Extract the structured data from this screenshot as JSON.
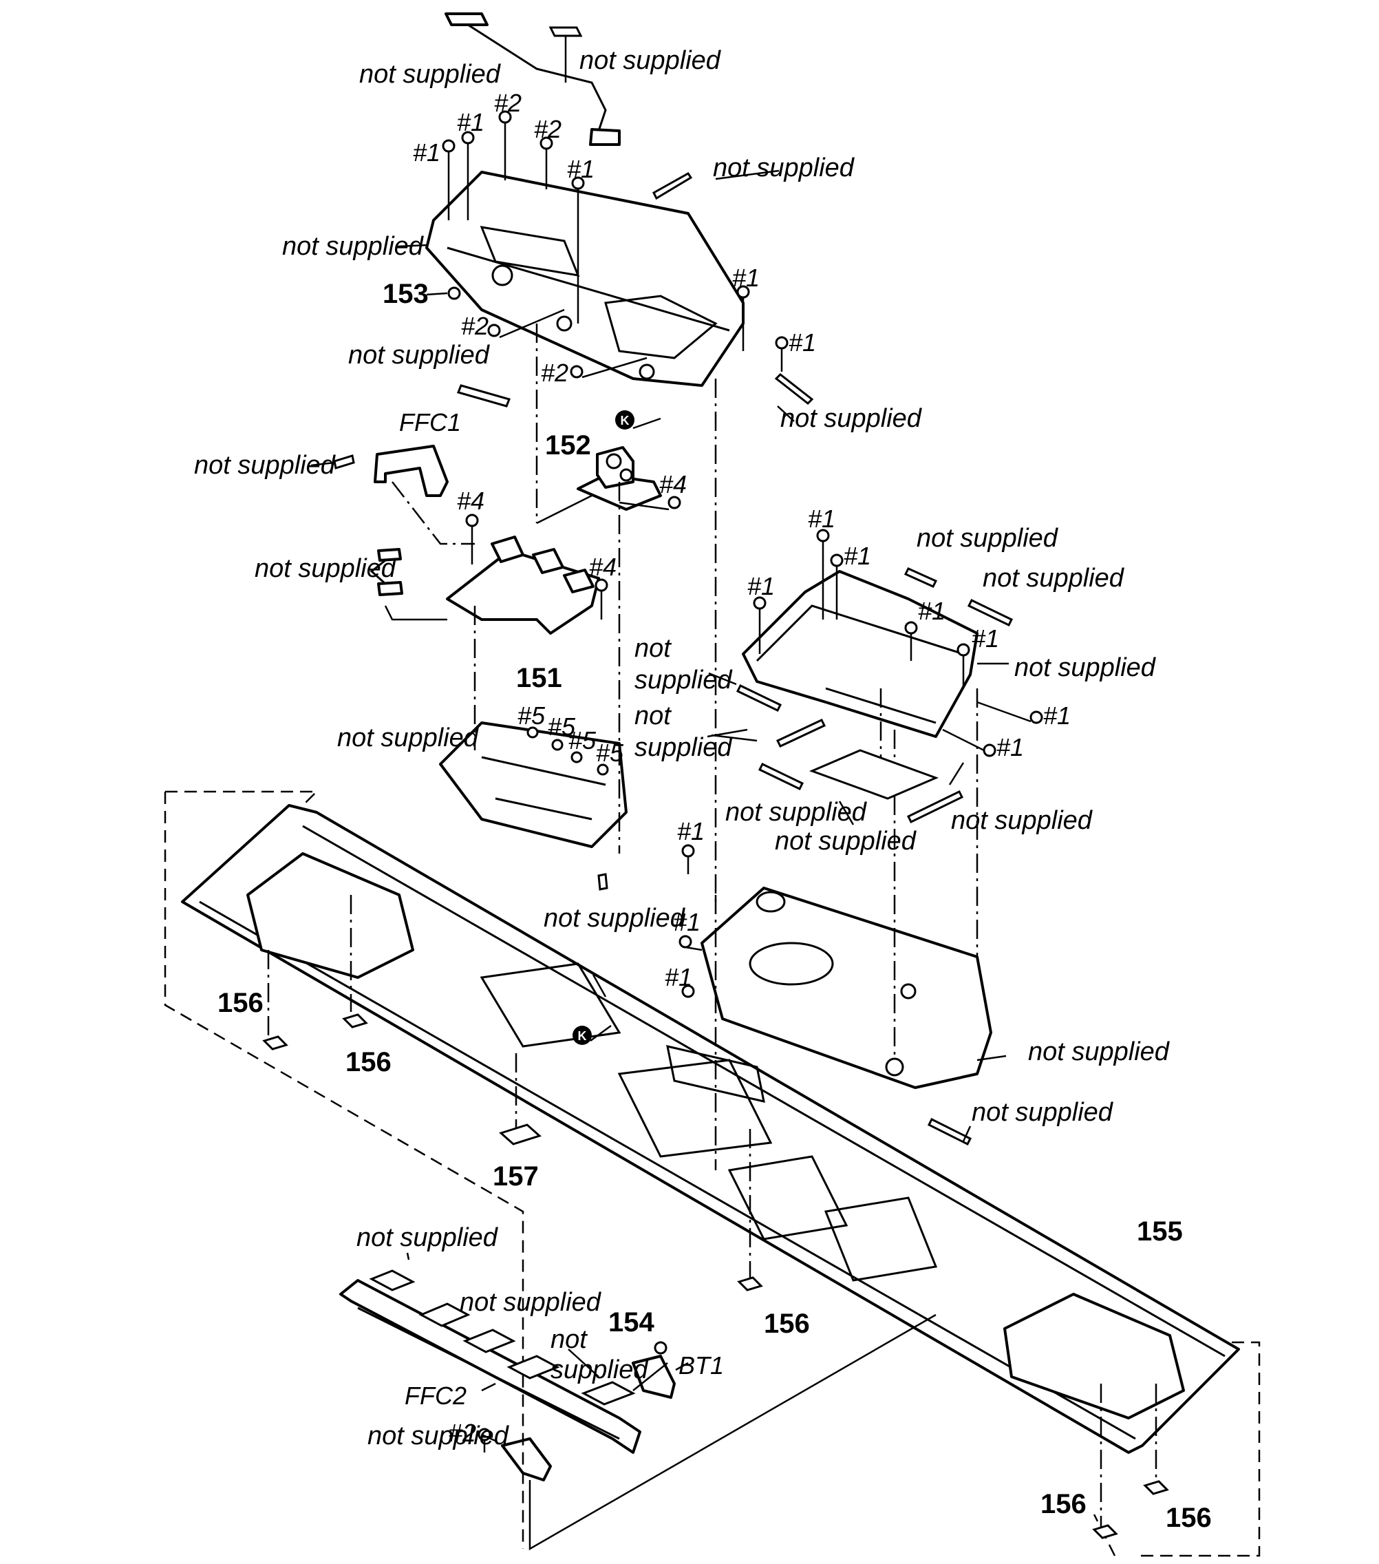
{
  "labels": {
    "not_supplied": "not supplied",
    "not_two_line_a": "not",
    "not_two_line_b": "supplied",
    "ffc1": "FFC1",
    "ffc2": "FFC2",
    "bt1": "BT1",
    "ref_k": "K",
    "screw_1": "#1",
    "screw_2": "#2",
    "screw_4": "#4",
    "screw_5": "#5",
    "part_151": "151",
    "part_152": "152",
    "part_153": "153",
    "part_154": "154",
    "part_155": "155",
    "part_156": "156",
    "part_157": "157"
  }
}
